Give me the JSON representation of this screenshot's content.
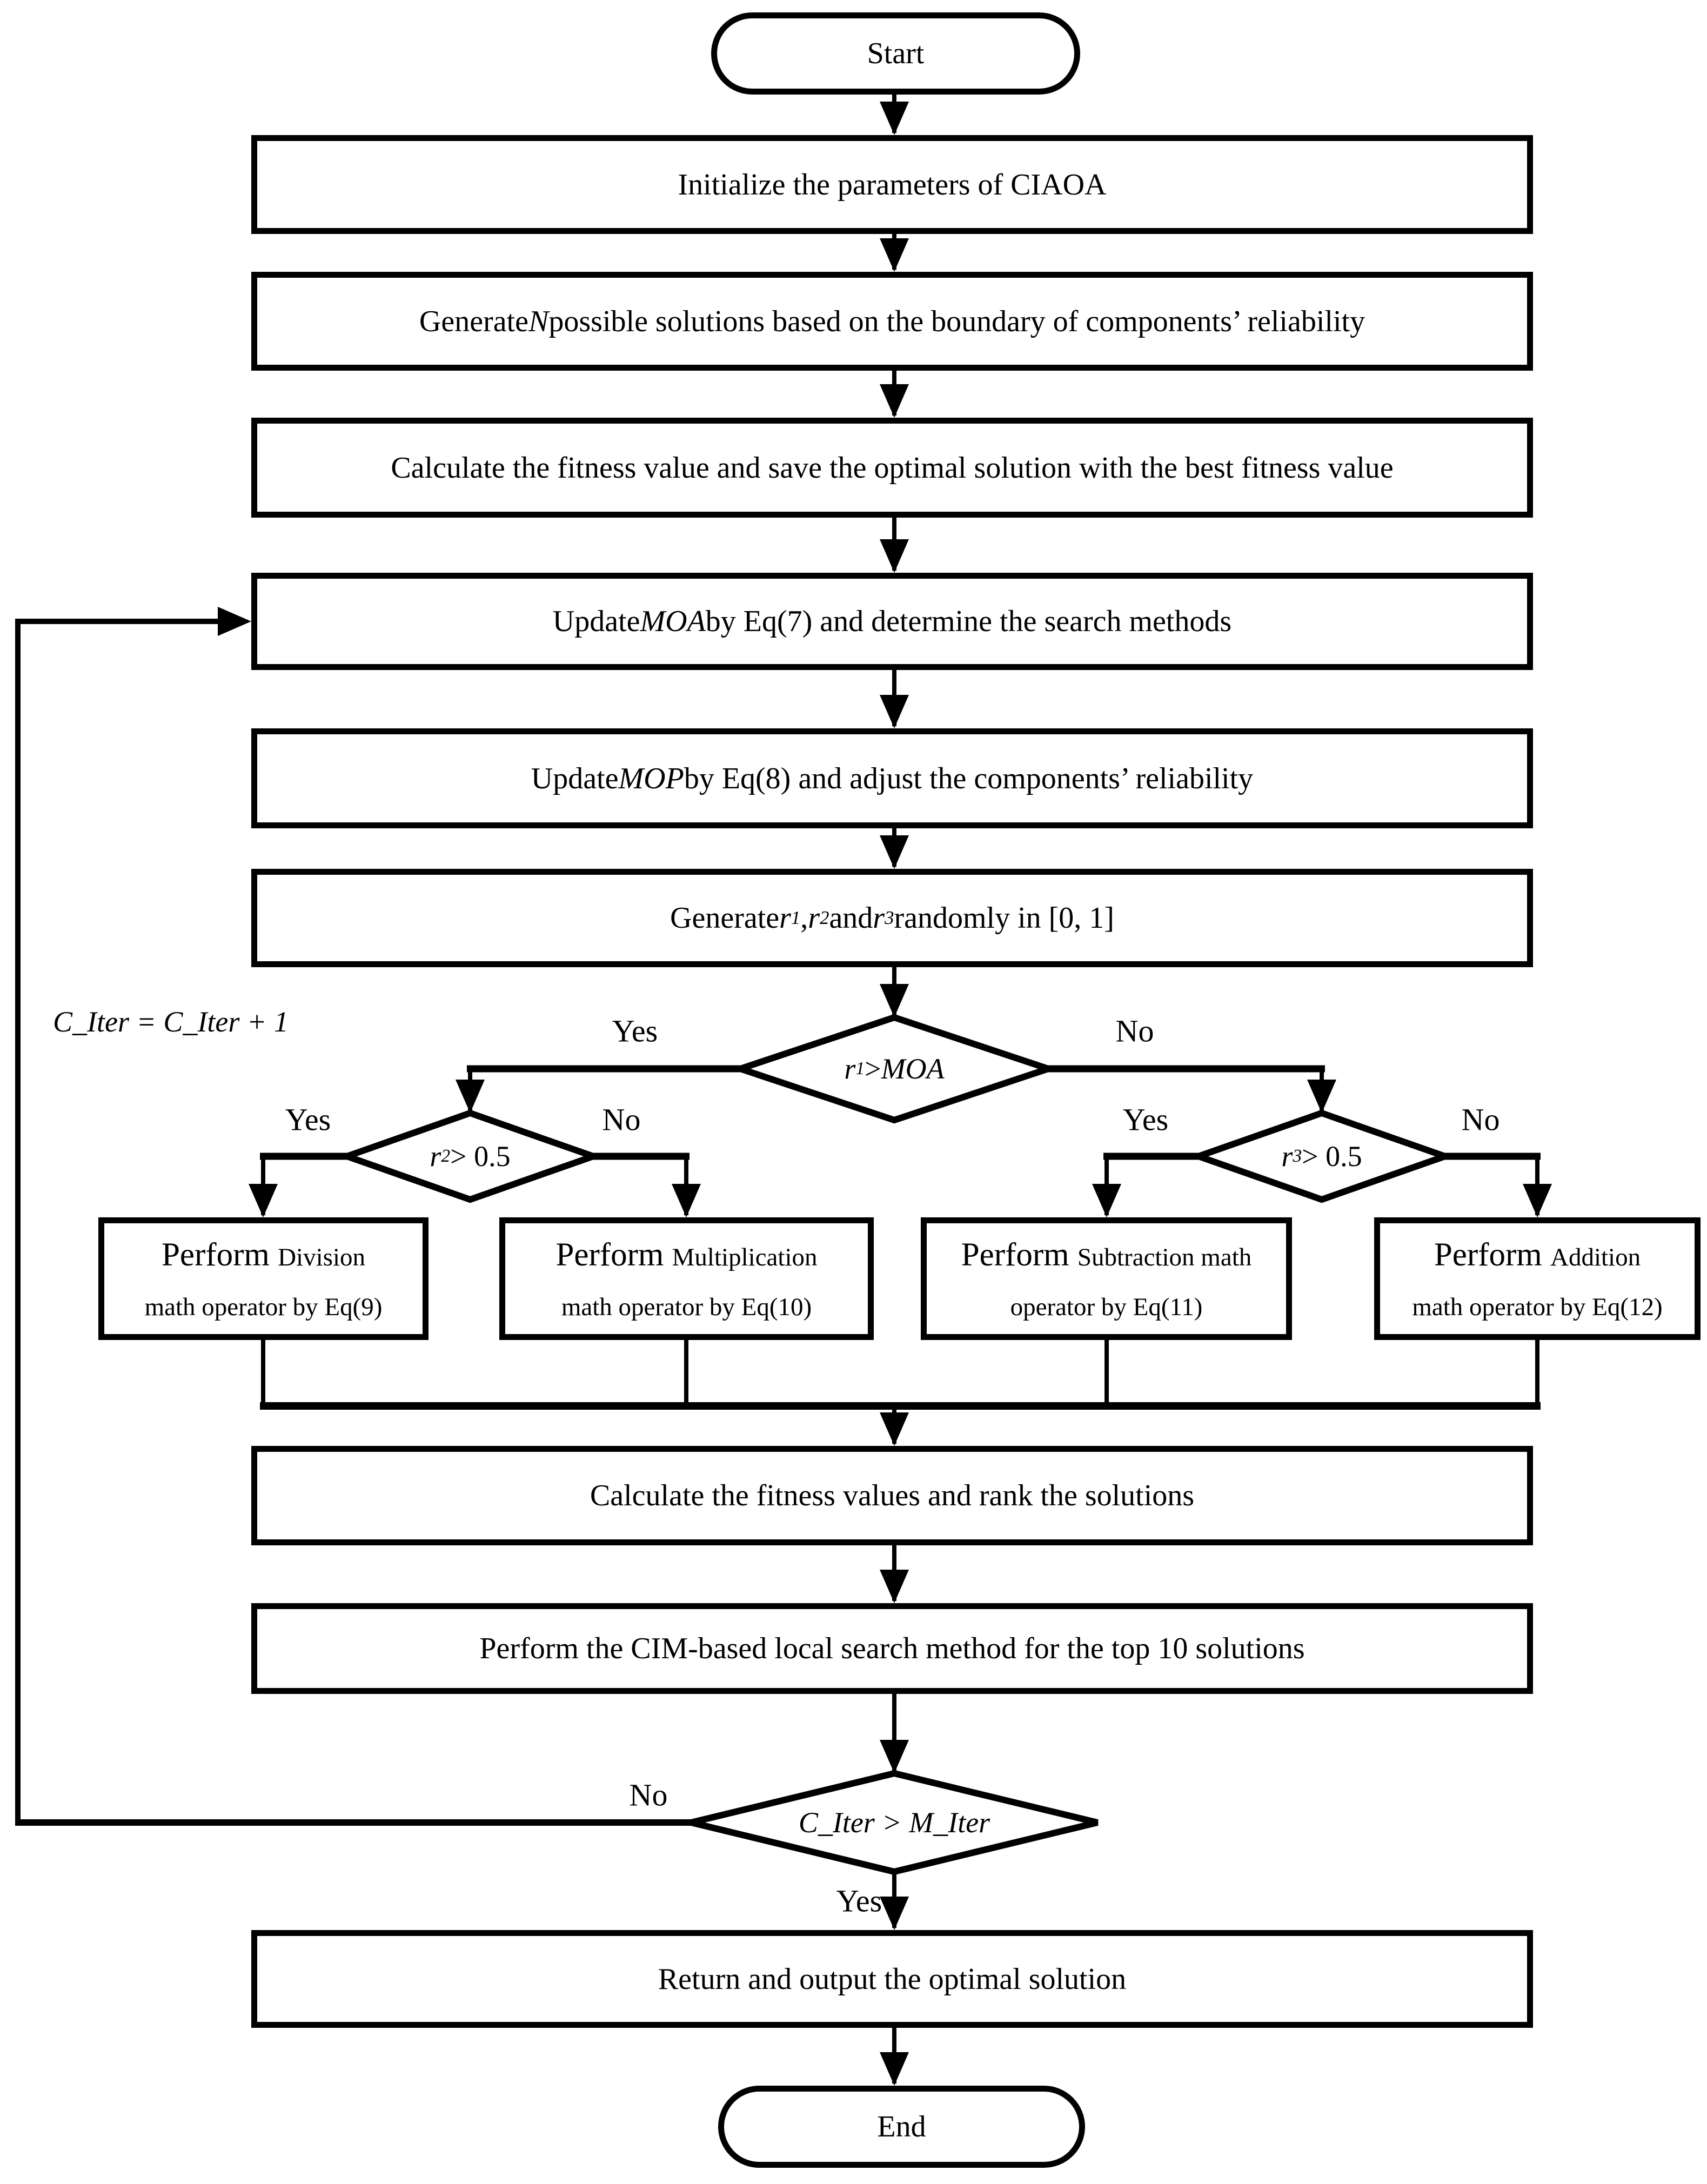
{
  "edge_labels": {
    "yes": "Yes",
    "no": "No"
  },
  "note": {
    "segments": [
      {
        "text": "C_Iter = C_Iter + 1",
        "style": "i"
      }
    ]
  },
  "nodes": {
    "start": {
      "label": "Start"
    },
    "initialize": {
      "label": "Initialize the parameters of CIAOA"
    },
    "generate_solutions": {
      "segments": [
        {
          "text": "Generate "
        },
        {
          "text": "N",
          "style": "i"
        },
        {
          "text": " possible solutions based on the boundary of components’ reliability"
        }
      ]
    },
    "calc_fitness_save": {
      "label": "Calculate the fitness value and save the optimal solution with the best fitness value"
    },
    "update_moa": {
      "segments": [
        {
          "text": "Update "
        },
        {
          "text": "MOA",
          "style": "i"
        },
        {
          "text": " by Eq(7) and determine the search methods"
        }
      ]
    },
    "update_mop": {
      "segments": [
        {
          "text": "Update "
        },
        {
          "text": "MOP",
          "style": "i"
        },
        {
          "text": " by Eq(8) and adjust the components’ reliability"
        }
      ]
    },
    "generate_r": {
      "segments": [
        {
          "text": "Generate "
        },
        {
          "text": "r",
          "style": "i"
        },
        {
          "text": "1",
          "style": "sub"
        },
        {
          "text": ", "
        },
        {
          "text": "r",
          "style": "i"
        },
        {
          "text": "2",
          "style": "sub"
        },
        {
          "text": " and "
        },
        {
          "text": "r",
          "style": "i"
        },
        {
          "text": "3",
          "style": "sub"
        },
        {
          "text": " randomly in [0, 1]"
        }
      ]
    },
    "decision_r1": {
      "segments": [
        {
          "text": "r",
          "style": "i"
        },
        {
          "text": "1",
          "style": "sub"
        },
        {
          "text": " > "
        },
        {
          "text": "MOA",
          "style": "i"
        }
      ]
    },
    "decision_r2": {
      "segments": [
        {
          "text": "r",
          "style": "i"
        },
        {
          "text": "2",
          "style": "sub"
        },
        {
          "text": " > 0.5"
        }
      ]
    },
    "decision_r3": {
      "segments": [
        {
          "text": "r",
          "style": "i"
        },
        {
          "text": "3",
          "style": "sub"
        },
        {
          "text": " > 0.5"
        }
      ]
    },
    "op_division": {
      "line1": [
        {
          "text": "Perform ",
          "style": "big"
        },
        {
          "text": "Division"
        }
      ],
      "line2": "math operator by  Eq(9)"
    },
    "op_multiplication": {
      "line1": [
        {
          "text": "Perform ",
          "style": "big"
        },
        {
          "text": "Multiplication"
        }
      ],
      "line2": "math operator by Eq(10)"
    },
    "op_subtraction": {
      "line1": [
        {
          "text": "Perform ",
          "style": "big"
        },
        {
          "text": "Subtraction math"
        }
      ],
      "line2": "operator by Eq(11)"
    },
    "op_addition": {
      "line1": [
        {
          "text": "Perform ",
          "style": "big"
        },
        {
          "text": "Addition"
        }
      ],
      "line2": "math operator by Eq(12)"
    },
    "calc_rank": {
      "label": "Calculate the fitness values and rank the solutions"
    },
    "cim_local_search": {
      "label": "Perform the CIM-based local search method for the top 10 solutions"
    },
    "decision_citer": {
      "segments": [
        {
          "text": "C_Iter > M_Iter",
          "style": "i"
        }
      ]
    },
    "return_output": {
      "label": "Return and output the optimal solution"
    },
    "end": {
      "label": "End"
    }
  },
  "colors": {
    "stroke": "#000000",
    "background": "#ffffff"
  }
}
